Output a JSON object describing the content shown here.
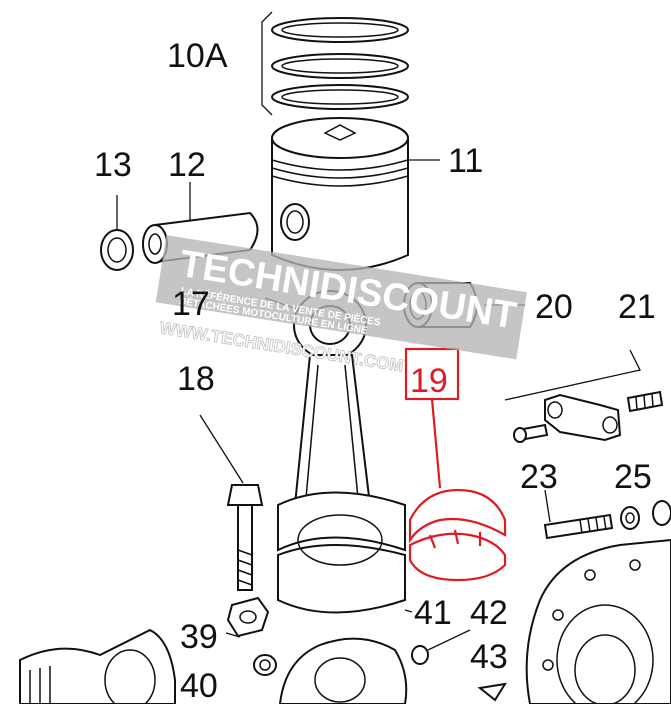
{
  "labels": {
    "l10a": "10A",
    "l11": "11",
    "l12": "12",
    "l13": "13",
    "l17": "17",
    "l18": "18",
    "l19": "19",
    "l20": "20",
    "l21": "21",
    "l23": "23",
    "l25": "25",
    "l39": "39",
    "l40": "40",
    "l41": "41",
    "l42": "42",
    "l43": "43"
  },
  "watermark": {
    "brand": "TECHNIDISCOUNT",
    "tagline1": "LA RÉFÉRENCE DE LA VENTE DE PIÈCES",
    "tagline2": "DÉTACHÉES MOTOCULTURE EN LIGNE",
    "url": "WWW.TECHNIDISCOUNT.COM"
  },
  "colors": {
    "highlight": "#e01a22",
    "ink": "#111111",
    "watermark": "#b5b5b5"
  }
}
